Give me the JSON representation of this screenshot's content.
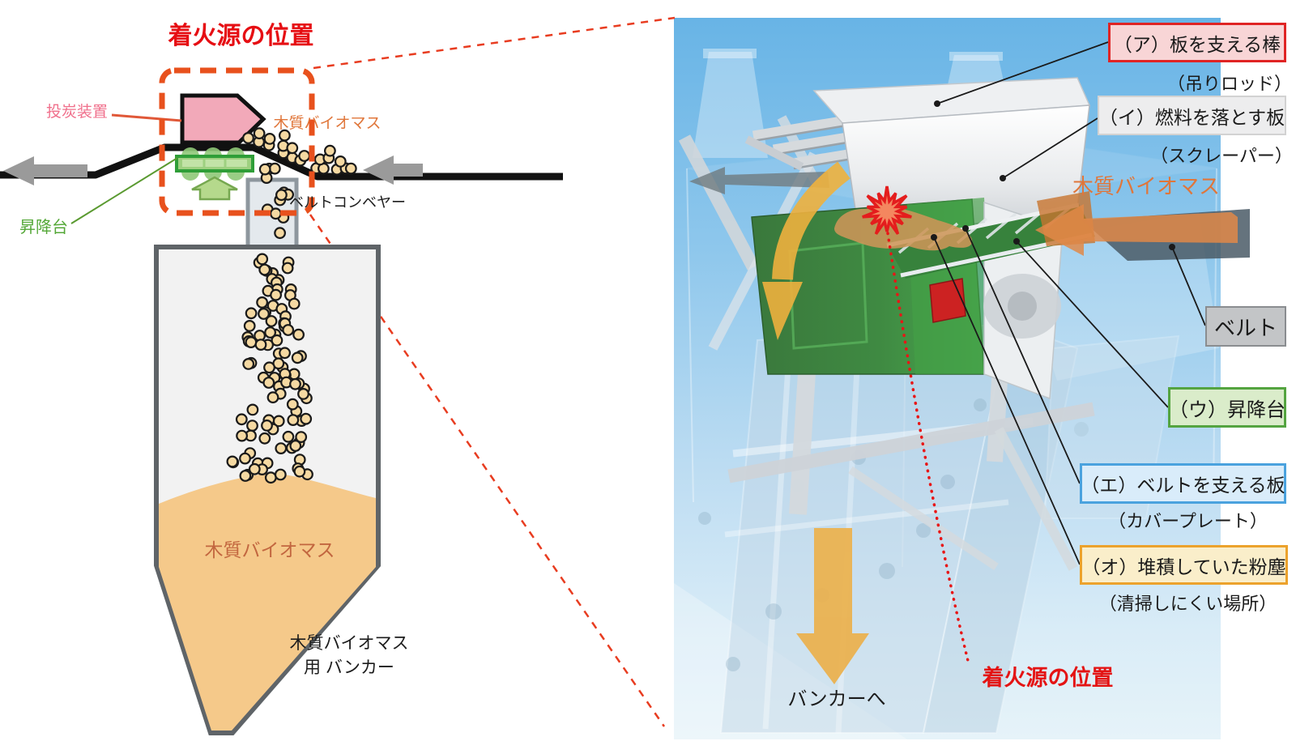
{
  "left_panel": {
    "title": "着火源の位置",
    "coal_feeder_label": "投炭装置",
    "wood_biomass_label": "木質バイオマス",
    "belt_conveyor_label": "ベルトコンベヤー",
    "lift_platform_label": "昇降台",
    "bunker_content_label": "木質バイオマス",
    "bunker_caption": "木質バイオマス用 バンカー"
  },
  "right_panel": {
    "callout_a": "（ア）板を支える棒",
    "callout_a_sub": "（吊りロッド）",
    "callout_i": "（イ）燃料を落とす板",
    "callout_i_sub": "（スクレーパー）",
    "wood_biomass_label": "木質バイオマス",
    "callout_belt": "ベルト",
    "callout_u": "（ウ）昇降台",
    "callout_e": "（エ）ベルトを支える板",
    "callout_e_sub": "（カバープレート）",
    "callout_o": "（オ）堆積していた粉塵",
    "callout_o_sub": "（清掃しにくい場所）",
    "ignition_label": "着火源の位置",
    "to_bunker_label": "バンカーへ"
  },
  "icons": {
    "explosion": "explosion-burst-icon",
    "flow_arrows": "material-flow-arrow"
  },
  "colors": {
    "ignition_red": "#e60e13",
    "dashed_frame_orange": "#e8511d",
    "coal_feeder_pink": "#f2a9b9",
    "platform_green": "#3da03a",
    "biomass_orange_text": "#e0763a",
    "pellet_tan": "#f5d9a2",
    "bunker_pile_orange": "#f5c98a",
    "sky_blue": "#8ec7ec",
    "callout_a_border": "#e02424",
    "callout_u_border": "#54a440",
    "callout_e_border": "#4aa2de",
    "callout_o_border": "#eca22c",
    "yellow_arrow": "#ecb14c"
  }
}
